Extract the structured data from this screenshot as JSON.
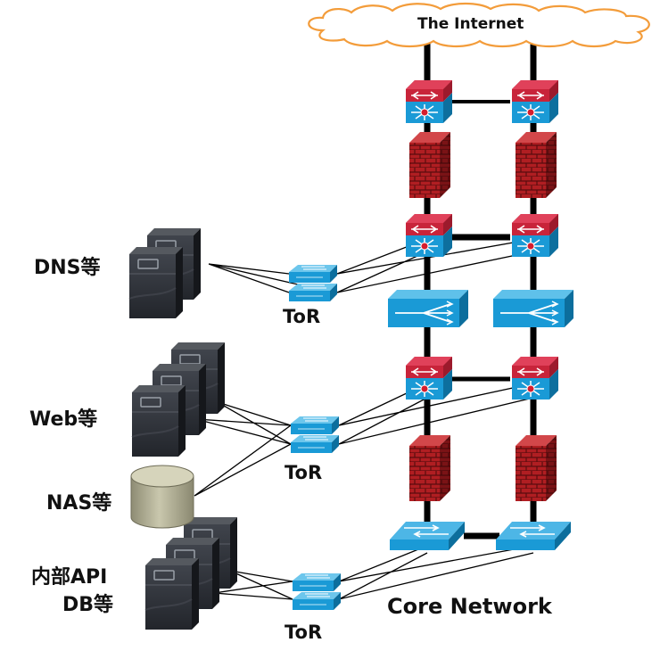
{
  "cloud": {
    "label": "The Internet"
  },
  "groups": {
    "dns": "DNS等",
    "web": "Web等",
    "nas": "NAS等",
    "api_line1": "内部API",
    "api_line2": "DB等"
  },
  "tor_labels": [
    "ToR",
    "ToR",
    "ToR"
  ],
  "core_label": "Core Network",
  "colors": {
    "router_red": "#c8243a",
    "switch_blue": "#1a9ad6",
    "firewall_red": "#b01e22",
    "server_dark": "#2f323a",
    "nas_beige": "#b9b79c",
    "cloud_orange": "#f39c3a",
    "link_black": "#000000"
  },
  "icons": {
    "cloud": "cloud-icon",
    "router": "layer3-switch-icon",
    "firewall": "firewall-icon",
    "load_balancer": "load-balancer-icon",
    "tor_switch": "tor-switch-icon",
    "core_switch": "core-switch-icon",
    "server": "server-icon",
    "nas": "nas-cylinder-icon"
  }
}
